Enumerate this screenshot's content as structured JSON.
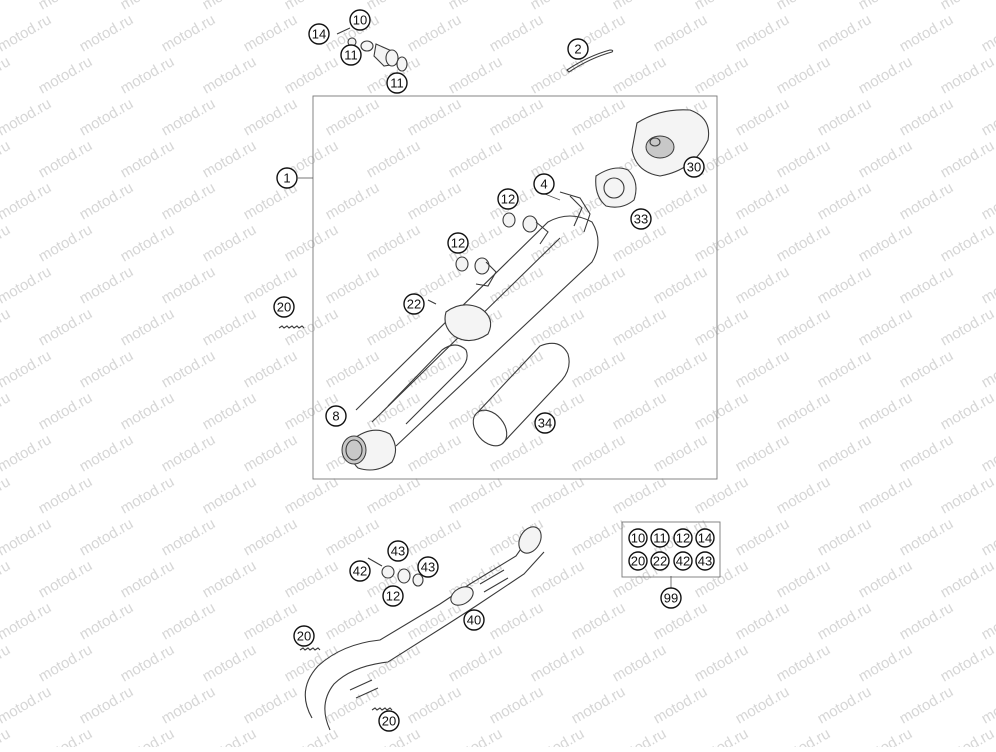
{
  "watermark": "motod.ru",
  "callouts": {
    "c14": "14",
    "c10a": "10",
    "c11a": "11",
    "c11b": "11",
    "c2": "2",
    "c1": "1",
    "c4": "4",
    "c12a": "12",
    "c12b": "12",
    "c30": "30",
    "c33": "33",
    "c22": "22",
    "c20a": "20",
    "c8": "8",
    "c34": "34",
    "c43a": "43",
    "c42": "42",
    "c43b": "43",
    "c12c": "12",
    "c40": "40",
    "c20b": "20",
    "c20c": "20",
    "kit": [
      "10",
      "11",
      "12",
      "14",
      "20",
      "22",
      "42",
      "43"
    ],
    "c99": "99"
  }
}
